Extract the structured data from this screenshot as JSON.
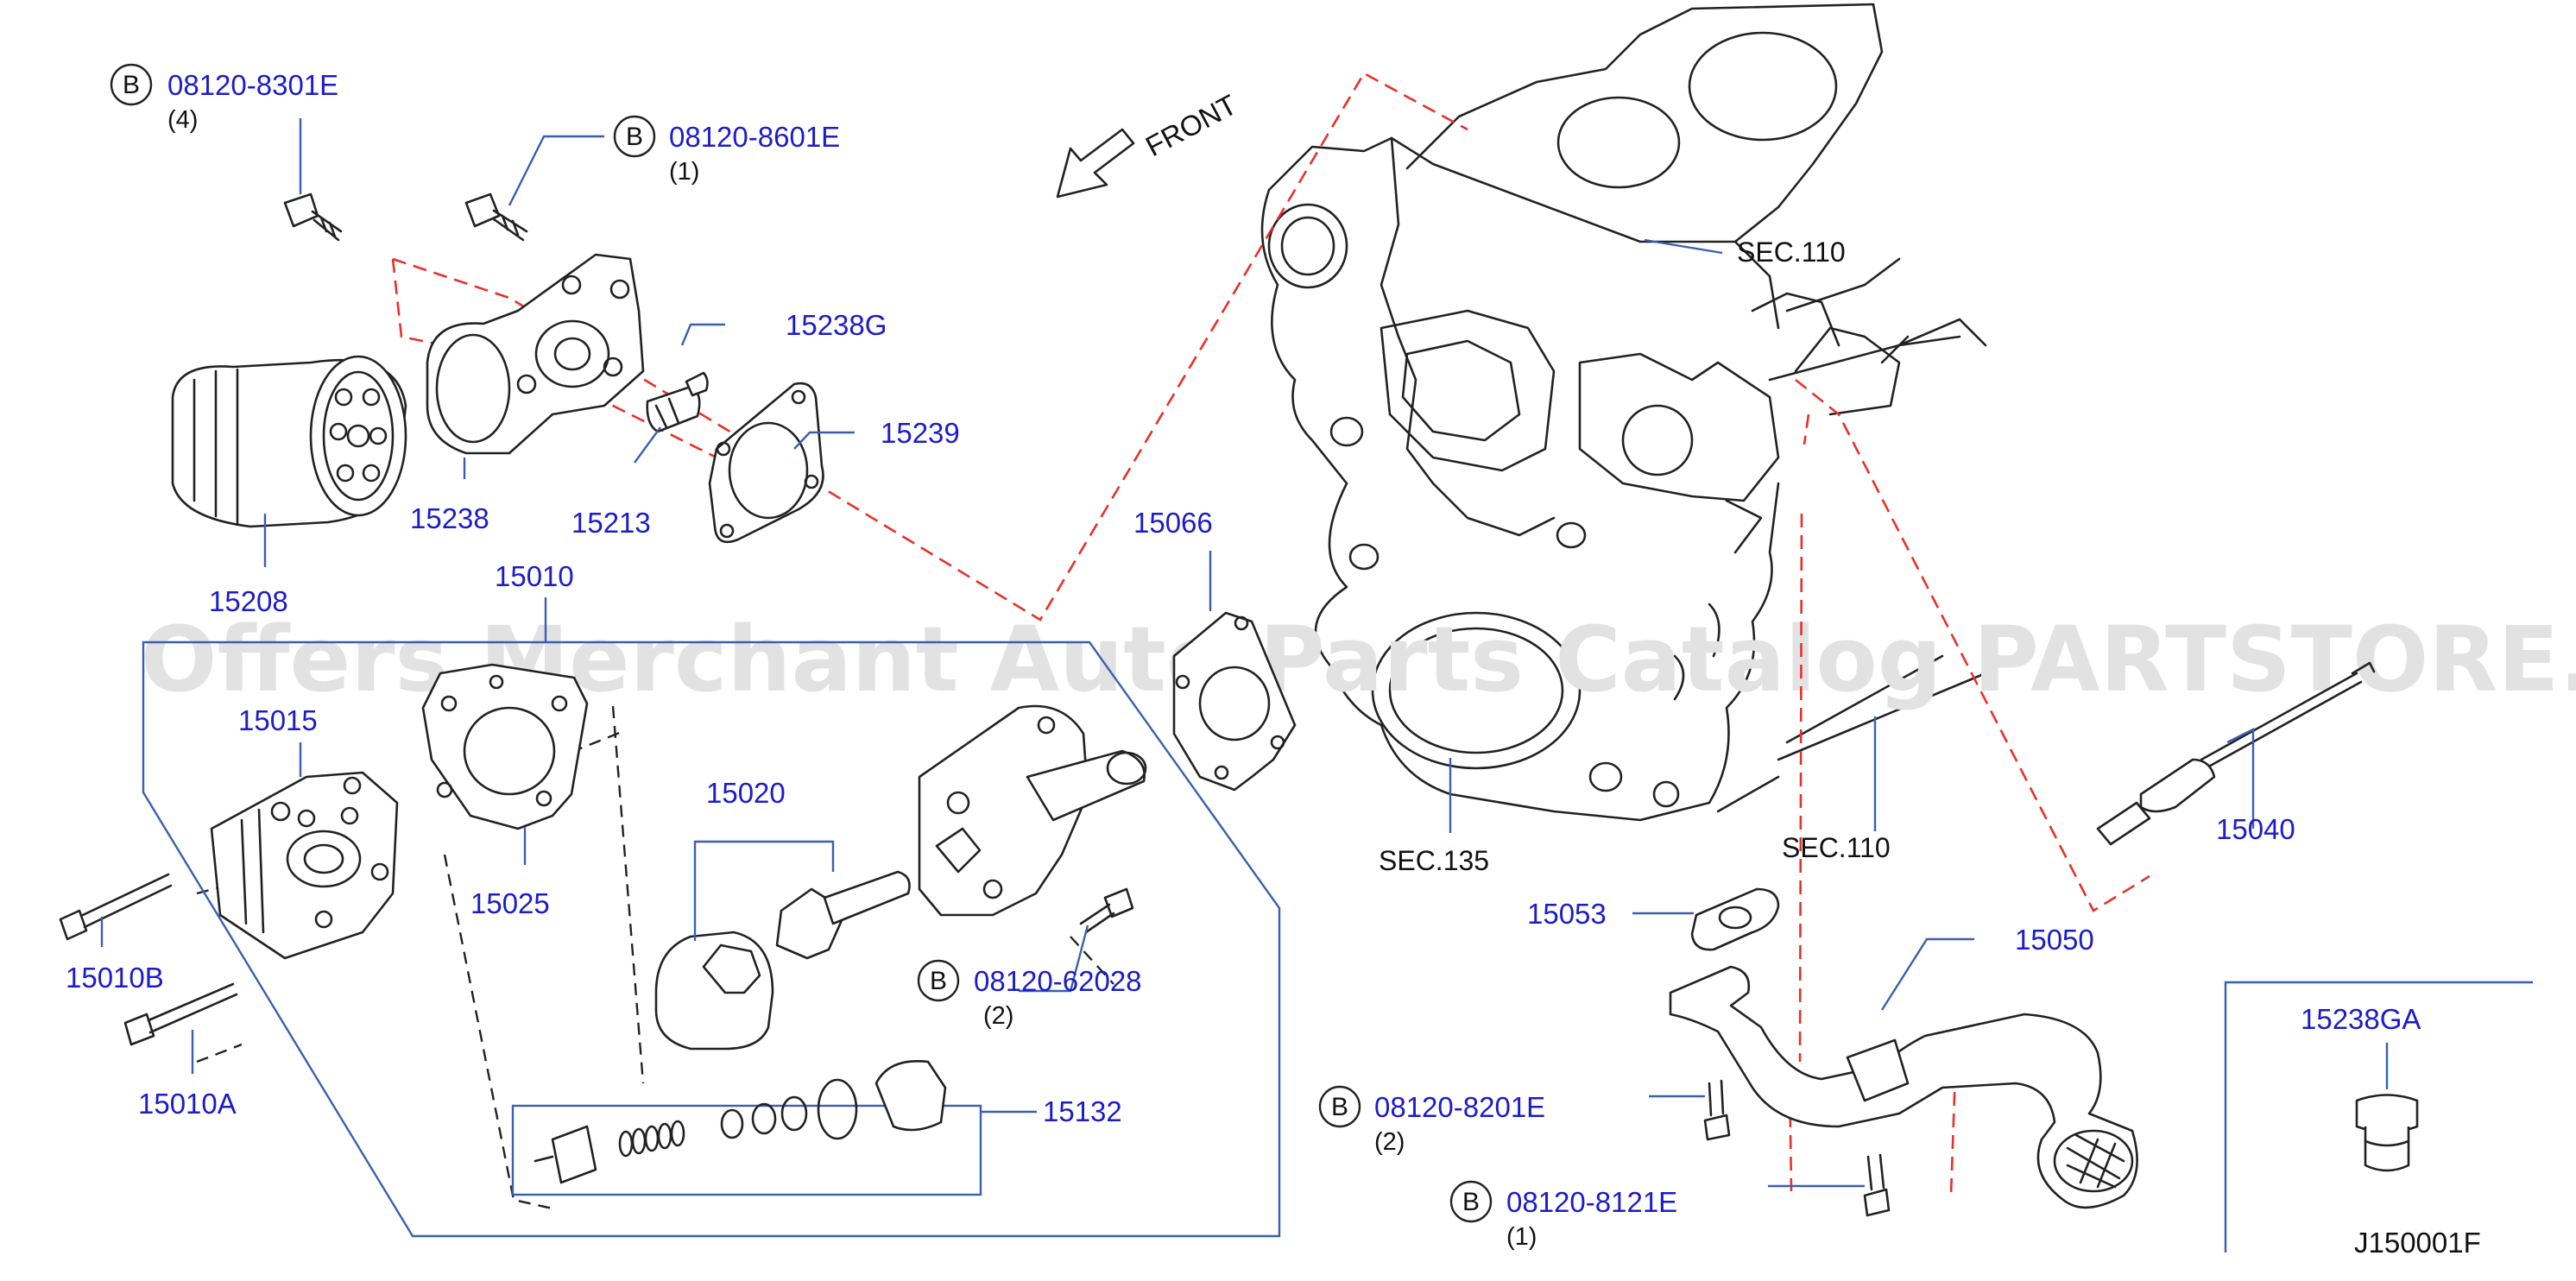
{
  "watermark": "Offers Merchant Auto Parts Catalog PARTSTORE.SA",
  "front_label": "FRONT",
  "badge_letter": "B",
  "bolts": [
    {
      "part": "08120-8301E",
      "qty": "(4)"
    },
    {
      "part": "08120-8601E",
      "qty": "(1)"
    },
    {
      "part": "08120-62028",
      "qty": "(2)"
    },
    {
      "part": "08120-8201E",
      "qty": "(2)"
    },
    {
      "part": "08120-8121E",
      "qty": "(1)"
    }
  ],
  "parts": {
    "p15238G": "15238G",
    "p15239": "15239",
    "p15238": "15238",
    "p15213": "15213",
    "p15208": "15208",
    "p15010": "15010",
    "p15066": "15066",
    "p15015": "15015",
    "p15025": "15025",
    "p15020": "15020",
    "p15010B": "15010B",
    "p15010A": "15010A",
    "p15132": "15132",
    "p15053": "15053",
    "p15050": "15050",
    "p15040": "15040",
    "p15238GA": "15238GA"
  },
  "sections": {
    "sec110_top": "SEC.110",
    "sec135": "SEC.135",
    "sec110_bottom": "SEC.110"
  },
  "diagram_code": "J150001F",
  "colors": {
    "part_number": "#1c1cc8",
    "leader_line": "#3a5fb0",
    "mount_path": "#e8302a",
    "watermark": "#e2e2e2"
  }
}
